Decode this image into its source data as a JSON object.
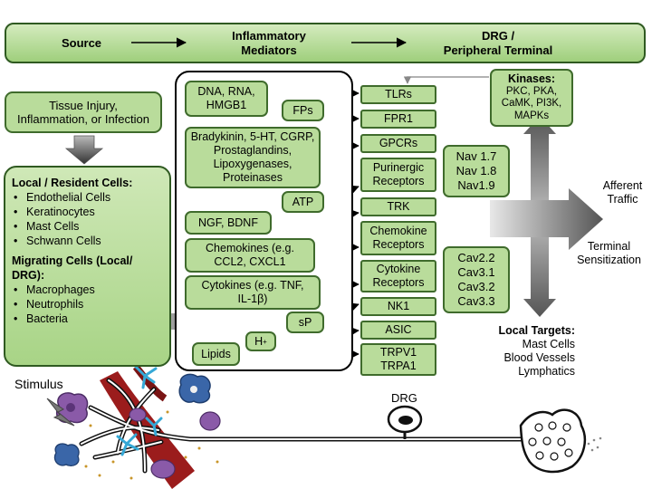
{
  "header": {
    "source": "Source",
    "mediators_line1": "Inflammatory",
    "mediators_line2": "Mediators",
    "drg_line1": "DRG /",
    "drg_line2": "Peripheral Terminal"
  },
  "triggers": {
    "line1": "Tissue Injury,",
    "line2": "Inflammation, or Infection"
  },
  "cells": {
    "local_head": "Local / Resident Cells:",
    "local_items": [
      "Endothelial Cells",
      "Keratinocytes",
      "Mast Cells",
      "Schwann Cells"
    ],
    "migrating_head_line1": "Migrating Cells (Local/",
    "migrating_head_line2": "DRG):",
    "migrating_items": [
      "Macrophages",
      "Neutrophils",
      "Bacteria"
    ]
  },
  "mediators": {
    "dna": "DNA, RNA, HMGB1",
    "fps": "FPs",
    "bradykinin": "Bradykinin, 5-HT, CGRP, Prostaglandins, Lipoxygenases, Proteinases",
    "atp": "ATP",
    "ngf": "NGF, BDNF",
    "chemokines": "Chemokines (e.g. CCL2, CXCL1",
    "cytokines_a": "Cytokines (e.g. TNF,",
    "cytokines_b": "IL-1β)",
    "sp": "sP",
    "h": "H",
    "h_sup": "+",
    "lipids": "Lipids"
  },
  "receptors": {
    "tlrs": "TLRs",
    "fpr1": "FPR1",
    "gpcrs": "GPCRs",
    "purinergic_a": "Purinergic",
    "purinergic_b": "Receptors",
    "trk": "TRK",
    "chemokine_a": "Chemokine",
    "chemokine_b": "Receptors",
    "cytokine_a": "Cytokine",
    "cytokine_b": "Receptors",
    "nk1": "NK1",
    "asic": "ASIC",
    "trpv1": "TRPV1",
    "trpa1": "TRPA1"
  },
  "nav": [
    "Nav 1.7",
    "Nav 1.8",
    "Nav1.9"
  ],
  "cav": [
    "Cav2.2",
    "Cav3.1",
    "Cav3.2",
    "Cav3.3"
  ],
  "kinases": {
    "title": "Kinases:",
    "line1": "PKC, PKA,",
    "line2": "CaMK, PI3K,",
    "line3": "MAPKs"
  },
  "outputs": {
    "afferent_line1": "Afferent",
    "afferent_line2": "Traffic",
    "terminal_line1": "Terminal",
    "terminal_line2": "Sensitization",
    "local_title": "Local Targets:",
    "local_items": [
      "Mast Cells",
      "Blood Vessels",
      "Lymphatics"
    ]
  },
  "illustration": {
    "stimulus": "Stimulus",
    "drg": "DRG"
  },
  "colors": {
    "box_fill": "#b9dc9b",
    "box_border": "#3f6b2c",
    "vessel": "#9b1c1c",
    "cell_purple": "#8a5aa8",
    "cell_blue": "#3a66a8",
    "arrow_grey": "#8a8a8a"
  }
}
